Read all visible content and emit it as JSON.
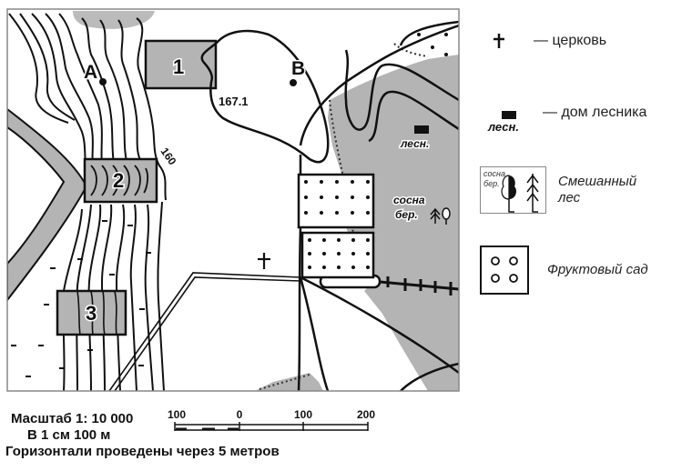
{
  "map": {
    "points": [
      {
        "label": "А"
      },
      {
        "label": "В"
      }
    ],
    "plots": [
      {
        "label": "1"
      },
      {
        "label": "2"
      },
      {
        "label": "3"
      }
    ],
    "elevation_mark": "167.1",
    "contour_label": "160",
    "forester_label": "лесн.",
    "forest_label_line1": "сосна",
    "forest_label_line2": "бер.",
    "colors": {
      "fill_gray": "#b4b4b4",
      "line": "#111111",
      "frame": "#888888"
    }
  },
  "legend": {
    "church": {
      "icon": "church-cross-icon",
      "text": "— церковь"
    },
    "forester_house": {
      "icon": "forester-house-icon",
      "sign_label": "лесн.",
      "text": "— дом лесника"
    },
    "mixed_forest": {
      "icon": "mixed-forest-icon",
      "sign_line1": "сосна",
      "sign_line2": "бер.",
      "text_line1": "Смешанный",
      "text_line2": "лес"
    },
    "orchard": {
      "icon": "orchard-icon",
      "text": "Фруктовый сад"
    }
  },
  "scale": {
    "line1": "Масштаб  1: 10 000",
    "line2": "В 1 см 100 м",
    "line3": "Горизонтали проведены через 5 метров",
    "ticks": [
      "100",
      "0",
      "100",
      "200"
    ]
  }
}
